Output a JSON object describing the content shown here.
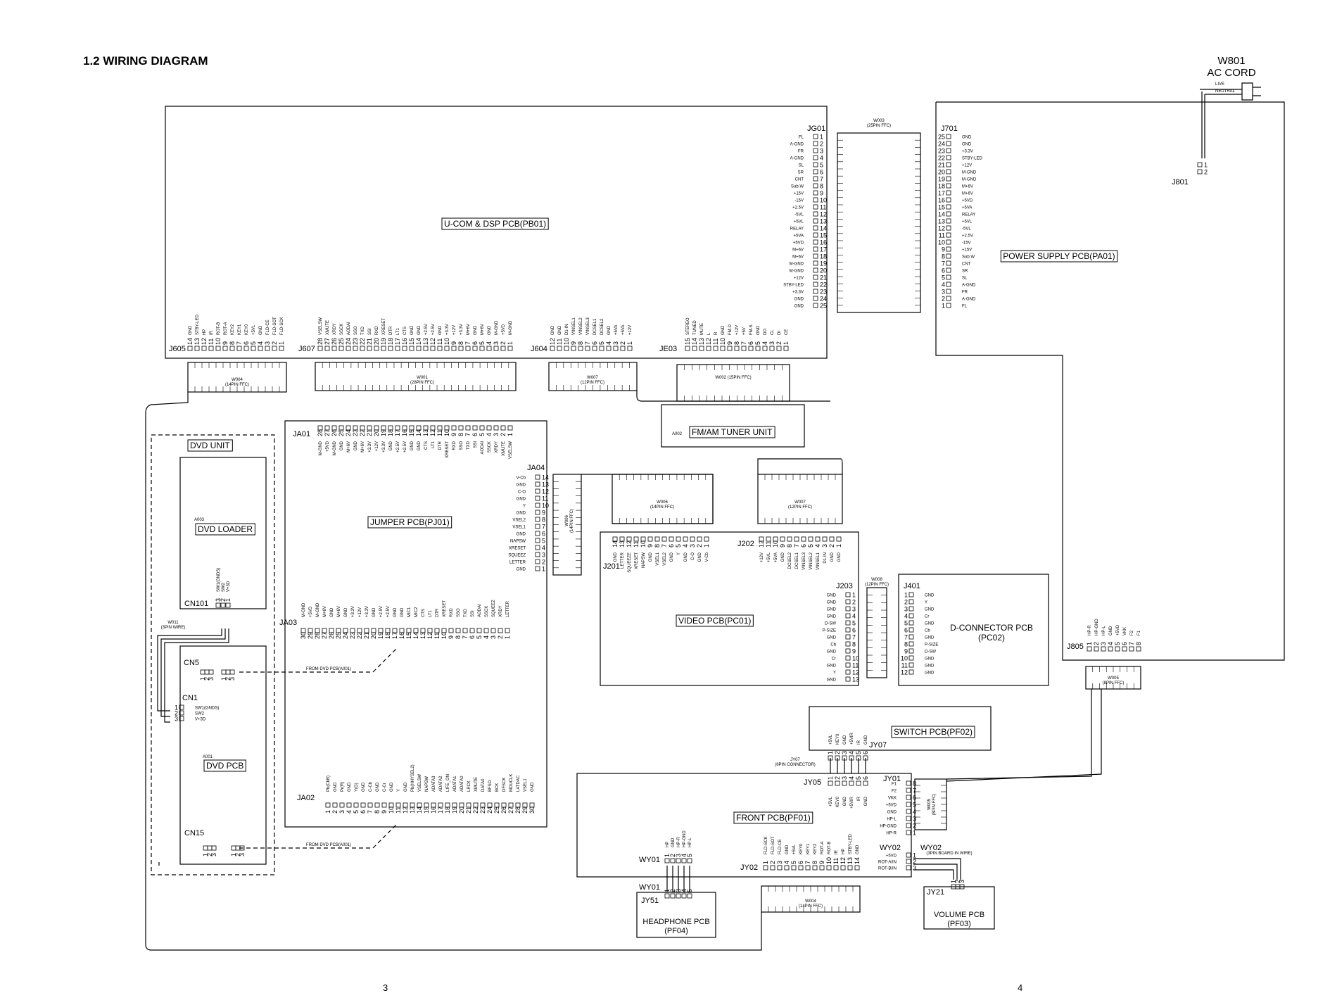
{
  "title": "1.2  WIRING DIAGRAM",
  "pages": {
    "left": "3",
    "right": "4"
  },
  "ac_cord": {
    "ref": "W801",
    "name": "AC CORD",
    "live": "LIVE",
    "neutral": "NEUTRAL"
  },
  "pcbs": {
    "ucom": "U-COM & DSP PCB(PB01)",
    "power": "POWER SUPPLY PCB(PA01)",
    "tuner": "FM/AM TUNER UNIT",
    "tuner_ref": "A002",
    "dvd_unit": "DVD UNIT",
    "dvd_loader": "DVD LOADER",
    "dvd_loader_ref": "A003",
    "dvd_pcb": "DVD PCB",
    "dvd_pcb_ref": "A001",
    "jumper": "JUMPER PCB(PJ01)",
    "video": "VIDEO PCB(PC01)",
    "dconn_1": "D-CONNECTOR PCB",
    "dconn_2": "(PC02)",
    "switch": "SWITCH PCB(PF02)",
    "front": "FRONT PCB(PF01)",
    "headphone_1": "HEADPHONE PCB",
    "headphone_2": "(PF04)",
    "volume_1": "VOLUME PCB",
    "volume_2": "(PF03)"
  },
  "cables": {
    "w003": [
      "W003",
      "(25PIN FFC)"
    ],
    "w004": [
      "W004",
      "(14PIN FFC)"
    ],
    "w001": [
      "W001",
      "(28PIN FFC)"
    ],
    "w007": [
      "W007",
      "(12PIN FFC)"
    ],
    "w002": [
      "W002   (15PIN FFC)"
    ],
    "w006v": [
      "W006",
      "(14PIN FFC)"
    ],
    "w006": [
      "W006",
      "(14PIN FFC)"
    ],
    "w007b": [
      "W007",
      "(12PIN FFC)"
    ],
    "w008": [
      "W008",
      "(12PIN FFC)"
    ],
    "w005": [
      "W005",
      "(8PIN FFC)"
    ],
    "w011": [
      "W011",
      "(3PIN WIRE)"
    ],
    "w005v": [
      "W005",
      "(8PIN FFC)"
    ],
    "w004b": [
      "W004",
      "(14PIN FFC)"
    ],
    "jy07": [
      "JY07",
      "(6PIN CONNECTOR)"
    ],
    "wy02": [
      "WY02",
      "(3PIN BOARD IN WIRE)"
    ],
    "from_dvd_1": "FROM DVD PCB(A001)",
    "from_dvd_2": "FROM DVD PCB(A001)"
  },
  "connectors": {
    "jg01": "JG01",
    "j701": "J701",
    "j801": "J801",
    "j605": "J605",
    "j607": "J607",
    "j604": "J604",
    "je03": "JE03",
    "ja01": "JA01",
    "ja04": "JA04",
    "ja03": "JA03",
    "ja02": "JA02",
    "cn101": "CN101",
    "cn5": "CN5",
    "cn1": "CN1",
    "cn15": "CN15",
    "j201": "J201",
    "j202": "J202",
    "j203": "J203",
    "j401": "J401",
    "j805": "J805",
    "jy07": "JY07",
    "jy05": "JY05",
    "jy01": "JY01",
    "wy01": "WY01",
    "wy01b": "WY01",
    "jy51": "JY51",
    "jy02": "JY02",
    "wy02": "WY02",
    "wy02b": "WY02",
    "jy21": "JY21"
  },
  "pin_labels": {
    "jg01": [
      "FL",
      "A-GND",
      "FR",
      "A-GND",
      "SL",
      "SR",
      "CNT",
      "Sub.W",
      "+15V",
      "-15V",
      "+2.5V",
      "-5VL",
      "+5VL",
      "RELAY",
      "+5VA",
      "+5VD",
      "M+6V",
      "M+6V",
      "M-GND",
      "M-GND",
      "+12V",
      "STBY-LED",
      "+3.3V",
      "GND",
      "GND"
    ],
    "j605": [
      "FLD-SCK",
      "FLD-SOT",
      "FLD-CE",
      "GND",
      "+5VL",
      "KEY0",
      "KEY1",
      "KEY2",
      "ROT-A",
      "ROT-B",
      "IR",
      "HP",
      "STBY-LED",
      "GND"
    ],
    "j607": [
      "M-GND",
      "+5VD",
      "M-GND",
      "GND",
      "M+6V",
      "GND",
      "M+6V",
      "+3.3V",
      "+12V",
      "+3.3V",
      "GND",
      "+2.5V",
      "+2.5V",
      "GND",
      "GND",
      "CTS",
      "LT1",
      "DTR",
      "XRESET",
      "RXD",
      "SSI",
      "TXD",
      "SSO",
      "AODAI",
      "SSCK",
      "XRDY",
      "XMUTE",
      "VSELSW"
    ],
    "j604": [
      "+12V",
      "+5VA",
      "+5VA",
      "GND",
      "DCSEL2",
      "DCSEL1",
      "VINSEL3",
      "VINSEL2",
      "VINSEL1",
      "D1-IN",
      "GND",
      "GND"
    ],
    "je03": [
      "CE",
      "DI",
      "CL",
      "DO",
      "GND",
      "FM-S",
      "+5V",
      "+12V",
      "FM-D",
      "GND",
      "R",
      "L",
      "MUTE",
      "TUNED",
      "STEREO"
    ],
    "ja01": [
      "VSELSW",
      "XMUTE",
      "XRDY",
      "SSCK",
      "AODAI",
      "SSI",
      "TXD",
      "SSO",
      "RXD",
      "XRESET",
      "DTR",
      "LT1",
      "CTS",
      "GND",
      "GND",
      "+2.5V",
      "+2.5V",
      "GND",
      "+3.3V",
      "+12V",
      "+3.3V",
      "M+6V",
      "GND",
      "M+6V",
      "GND",
      "M-GND",
      "+5VD",
      "M-GND"
    ],
    "ja04": [
      "GND",
      "LETTER",
      "SQUEEZ",
      "XRESET",
      "NAPSW",
      "GND",
      "VSEL1",
      "VSEL2",
      "GND",
      "Y",
      "GND",
      "C-O",
      "GND",
      "V-Cb"
    ],
    "ja03": [
      "LETTER",
      "XRDY",
      "SQUEEZ",
      "SSCK",
      "AODAI",
      "SSI",
      "TXD",
      "SSO",
      "RXD",
      "XRESET",
      "DTR",
      "LT1",
      "CTS",
      "MIC2",
      "MIC1",
      "GND",
      "GND",
      "+2.5V",
      "+2.5V",
      "GND",
      "+3.3V",
      "+12V",
      "+3.3V",
      "GND",
      "M+6V",
      "GND",
      "M+6V",
      "M-GND",
      "+5VD",
      "M-GND"
    ],
    "ja02": [
      "Pb(CbB)",
      "GND",
      "Pr(R)",
      "GND",
      "Y(G)",
      "GND",
      "C-Cb",
      "GND",
      "C-Cr",
      "GND",
      "Y",
      "GND",
      "Pb(HHYSEL2)",
      "VSELSW",
      "NAPSW",
      "ADATA3",
      "ADATA2",
      "LIFE_ON",
      "ADATA1",
      "ADATA0",
      "LRCK",
      "XMUTE",
      "DATA0",
      "BFSO",
      "BCK",
      "DFSCK",
      "MDUCLK",
      "LATDAC",
      "VSEL1",
      "GND"
    ],
    "cn101": [
      "V+3D",
      "SW2",
      "SW1(GNDS)"
    ],
    "cn1": [
      "SW1(GNDS)",
      "SW2",
      "V+3D"
    ],
    "j201": [
      "V-Cb",
      "GND",
      "C-O",
      "GND",
      "Y",
      "GND",
      "VSEL2",
      "VSEL1",
      "GND",
      "NAPSW",
      "XRESET",
      "SQUEEZE",
      "LETTER",
      "GND"
    ],
    "j202": [
      "GND",
      "GND",
      "D1-IN",
      "VINSEL1",
      "VINSEL2",
      "VINSEL3",
      "DCSEL1",
      "DCSEL2",
      "GND",
      "+5VA",
      "+5VL",
      "+12V"
    ],
    "j203": [
      "GND",
      "GND",
      "GND",
      "GND",
      "D-SW",
      "P-SIZE",
      "GND",
      "Cb",
      "GND",
      "Cr",
      "GND",
      "Y",
      "GND"
    ],
    "j401": [
      "GND",
      "Y",
      "GND",
      "Cr",
      "GND",
      "Cb",
      "GND",
      "P-SIZE",
      "D-SW",
      "GND",
      "GND",
      "GND"
    ],
    "j805": [
      "HP-R",
      "HP-GND",
      "HP-L",
      "GND",
      "+5VD",
      "VKK",
      "F2",
      "F1"
    ],
    "jy07": [
      "+5VL",
      "KEY0",
      "GND",
      "+5VIR",
      "IR",
      "GND"
    ],
    "jy05": [
      "+5VL",
      "KEY0",
      "GND",
      "+5VIR",
      "IR",
      "GND"
    ],
    "jy01": [
      "HP-R",
      "HP-GND",
      "HP-L",
      "GND",
      "+5VD",
      "VKK",
      "F2",
      "F1"
    ],
    "wy01": [
      "HP",
      "GND",
      "HP-R",
      "HP-GND",
      "HP-L"
    ],
    "jy02": [
      "FLD-SCK",
      "FLD-SOT",
      "FLD-CE",
      "GND",
      "+5VL",
      "KEY0",
      "KEY1",
      "KEY2",
      "ROT-A",
      "ROT-B",
      "IR",
      "HP",
      "STBY-LED",
      "GND"
    ],
    "wy02": [
      "+5VD",
      "ROT-A/IN",
      "ROT-B/IN"
    ]
  }
}
